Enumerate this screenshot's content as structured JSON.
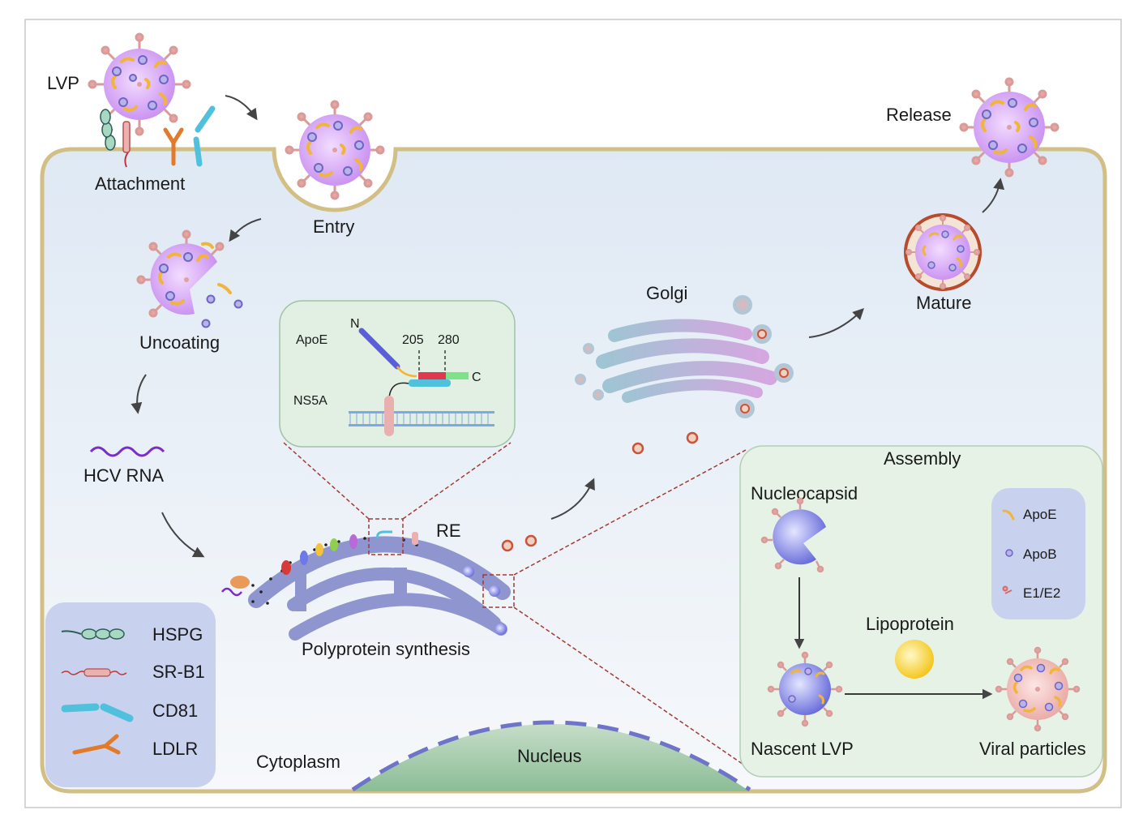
{
  "labels": {
    "lvp": "LVP",
    "attachment": "Attachment",
    "entry": "Entry",
    "uncoating": "Uncoating",
    "hcv_rna": "HCV RNA",
    "golgi": "Golgi",
    "mature": "Mature",
    "release": "Release",
    "re": "RE",
    "polyprotein_synthesis": "Polyprotein synthesis",
    "cytoplasm": "Cytoplasm",
    "nucleus": "Nucleus"
  },
  "inset": {
    "apoe": "ApoE",
    "ns5a": "NS5A",
    "n_term": "N",
    "c_term": "C",
    "pos_start": "205",
    "pos_end": "280"
  },
  "receptor_legend": {
    "items": [
      {
        "label": "HSPG",
        "icon": "hspg-icon"
      },
      {
        "label": "SR-B1",
        "icon": "srb1-icon"
      },
      {
        "label": "CD81",
        "icon": "cd81-icon"
      },
      {
        "label": "LDLR",
        "icon": "ldlr-icon"
      }
    ]
  },
  "assembly": {
    "title": "Assembly",
    "nucleocapsid": "Nucleocapsid",
    "lipoprotein": "Lipoprotein",
    "nascent_lvp": "Nascent LVP",
    "viral_particles": "Viral particles",
    "legend": [
      {
        "label": "ApoE",
        "icon": "apoe-icon"
      },
      {
        "label": "ApoB",
        "icon": "apob-icon"
      },
      {
        "label": "E1/E2",
        "icon": "e1e2-icon"
      }
    ]
  },
  "colors": {
    "cell_fill": "#e4eef6",
    "membrane": "#d4c38a",
    "virion": "#cf9ef0",
    "er": "#8f96cf",
    "assembly_bg": "#e5f2e5",
    "legend_bg": "#c8d2ee",
    "nucleus": "#94c19e",
    "dash": "#a33a33"
  }
}
